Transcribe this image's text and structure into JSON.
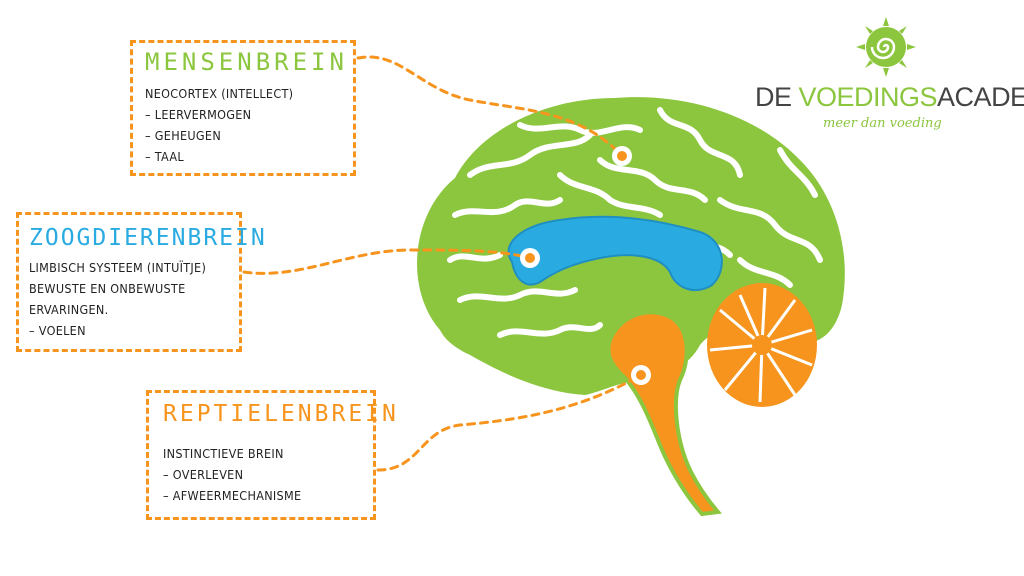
{
  "colors": {
    "green": "#8cc63f",
    "blue": "#29abe2",
    "orange": "#f7941d",
    "dark": "#444444"
  },
  "logo": {
    "word1": "DE ",
    "word2": "VOEDINGS",
    "word3": "ACADEMIE",
    "tagline": "meer dan voeding",
    "icon": "spiral-sun-icon"
  },
  "mensenbrein": {
    "title": "MENSENBREIN",
    "lines": [
      "NEOCORTEX (INTELLECT)",
      "– LEERVERMOGEN",
      "– GEHEUGEN",
      "– TAAL"
    ]
  },
  "zoogdierenbrein": {
    "title": "ZOOGDIERENBREIN",
    "lines": [
      "LIMBISCH SYSTEEM (INTUÏTJE)",
      "BEWUSTE EN ONBEWUSTE",
      "ERVARINGEN.",
      "– VOELEN"
    ]
  },
  "reptielenbrein": {
    "title": "REPTIELENBREIN",
    "lines": [
      "INSTINCTIEVE BREIN",
      "– OVERLEVEN",
      "– AFWEERMECHANISME"
    ]
  }
}
